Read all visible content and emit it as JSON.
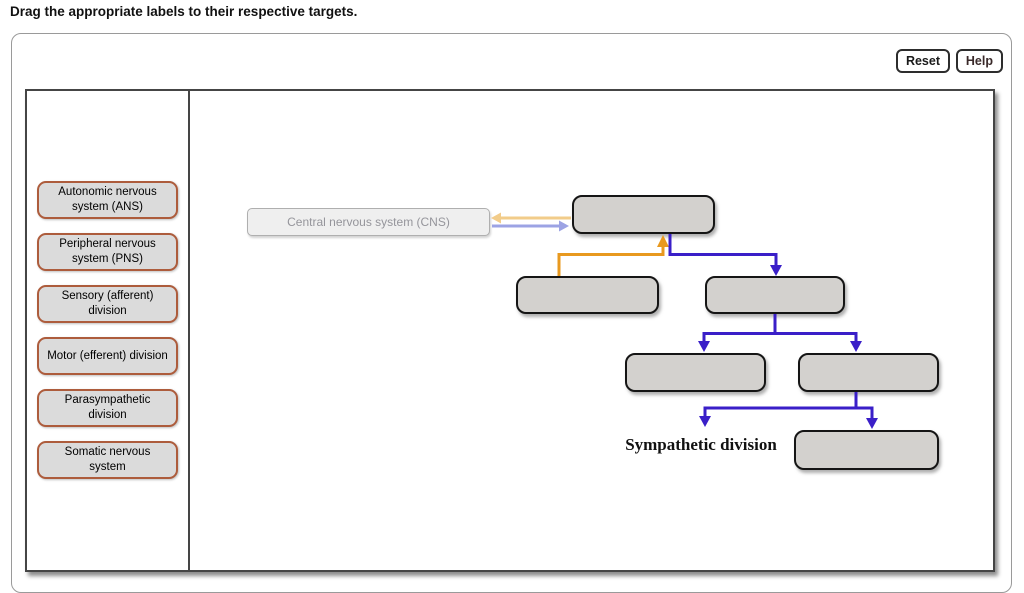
{
  "page": {
    "title": "Drag the appropriate labels to their respective targets."
  },
  "toolbar": {
    "reset_label": "Reset",
    "help_label": "Help"
  },
  "tray": {
    "labels": [
      "Autonomic nervous\nsystem (ANS)",
      "Peripheral nervous\nsystem (PNS)",
      "Sensory (afferent)\ndivision",
      "Motor (efferent) division",
      "Parasympathetic\ndivision",
      "Somatic nervous\nsystem"
    ]
  },
  "diagram": {
    "cns_box_label": "Central nervous system (CNS)",
    "placed_label": "Sympathetic division",
    "colors": {
      "afferent_arrow": "#E8991F",
      "efferent_arrow": "#3A1FC8",
      "afferent_arrow_faded": "#F2CC8A",
      "efferent_arrow_faded": "#9CA3E4",
      "target_fill": "#D3D1CE",
      "tray_label_border": "#AD5C3C"
    }
  }
}
